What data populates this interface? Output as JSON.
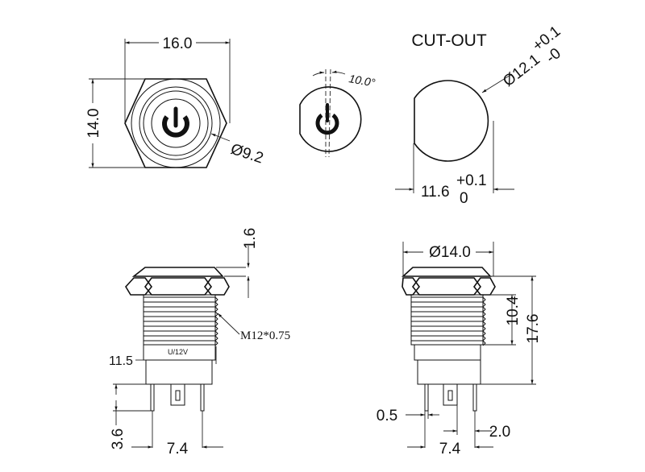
{
  "title": "CUT-OUT",
  "front_view": {
    "width": "16.0",
    "height": "14.0",
    "diameter": "Ø9.2"
  },
  "angle_view": {
    "angle": "10.0°"
  },
  "cutout": {
    "diameter": "Ø12.1",
    "diameter_tol_plus": "+0.1",
    "diameter_tol_minus": "-0",
    "flat": "11.6",
    "flat_tol_plus": "+0.1",
    "flat_tol_minus": "0"
  },
  "side_view_left": {
    "head_height": "1.6",
    "thread": "M12*0.75",
    "marking": "U/12V",
    "body": "11.5",
    "pin_length": "3.6",
    "pin_spacing": "7.4"
  },
  "side_view_right": {
    "diameter": "Ø14.0",
    "thread_length": "10.4",
    "total_length": "17.6",
    "pin_width": "0.5",
    "pin_offset": "2.0",
    "pin_spacing": "7.4"
  }
}
